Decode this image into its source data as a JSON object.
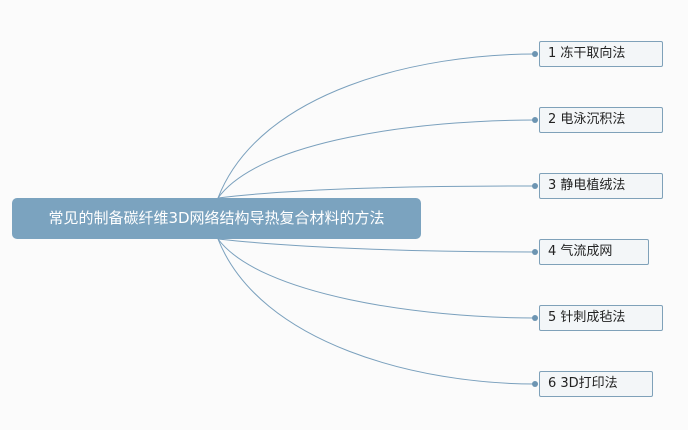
{
  "colors": {
    "background": "#fbfbfb",
    "root_fill": "#7ba3bf",
    "connector": "#7aa0bd",
    "branch_border": "#7fa1b9",
    "branch_fill": "#f3f6f8"
  },
  "mindmap": {
    "root": "常见的制备碳纤维3D网络结构导热复合材料的方法",
    "branches": [
      "1 冻干取向法",
      "2 电泳沉积法",
      "3 静电植绒法",
      "4 气流成网",
      "5 针刺成毡法",
      "6 3D打印法"
    ]
  }
}
